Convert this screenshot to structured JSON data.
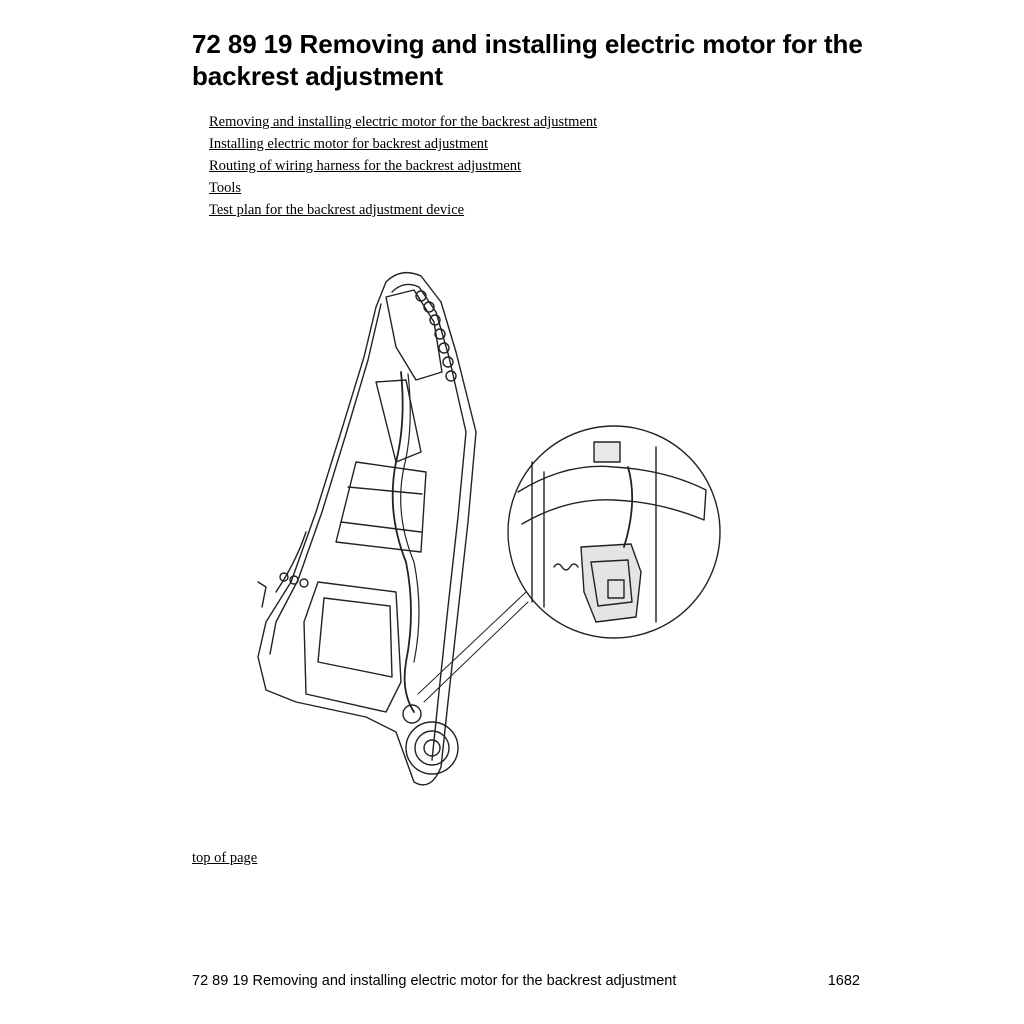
{
  "header": {
    "title": "72 89 19 Removing and installing electric motor for the backrest adjustment"
  },
  "toc": {
    "links": [
      {
        "label": "Removing and installing electric motor for the backrest adjustment"
      },
      {
        "label": "Installing electric motor for backrest adjustment"
      },
      {
        "label": "Routing of wiring harness for the backrest adjustment"
      },
      {
        "label": "Tools"
      },
      {
        "label": "Test plan for the backrest adjustment device"
      }
    ]
  },
  "figure": {
    "kind": "line-drawing of seat backrest frame with circular detail view of electric motor"
  },
  "navigation": {
    "top_of_page": "top of page"
  },
  "footer": {
    "text": "72 89 19 Removing and installing electric motor for the backrest adjustment",
    "page_number": "1682"
  }
}
